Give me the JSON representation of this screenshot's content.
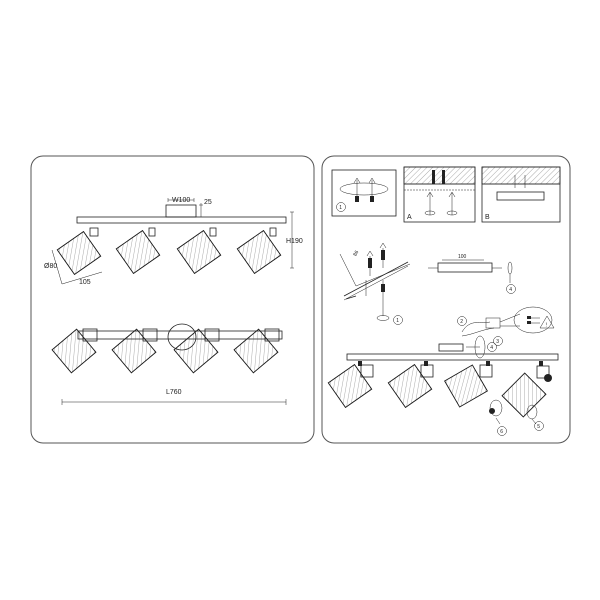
{
  "left_panel": {
    "top_view": {
      "width_label": "W100",
      "depth_label": "25",
      "height_label": "H190",
      "diameter_label": "Ø80",
      "shade_length_label": "105"
    },
    "front_view": {
      "length_label": "L760"
    }
  },
  "right_panel": {
    "steps": {
      "circle_1": "1",
      "circle_2": "2",
      "circle_3": "3",
      "circle_4": "4",
      "circle_5": "5",
      "circle_6": "6"
    },
    "box_a_label": "A",
    "box_b_label": "B",
    "spacing_label": "86",
    "plate_length_label": "100",
    "warning_symbol": "!"
  }
}
